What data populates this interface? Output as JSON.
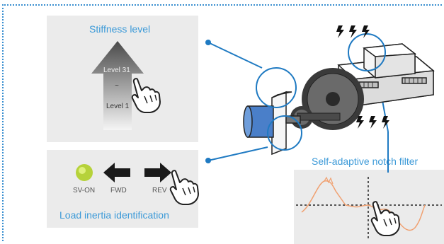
{
  "stiffness": {
    "title": "Stiffness level",
    "level_top": "Level 31",
    "level_mid": "~",
    "level_bottom": "Level 1"
  },
  "inertia": {
    "title": "Load inertia identification",
    "sv_on": "SV-ON",
    "fwd": "FWD",
    "rev": "REV"
  },
  "notch": {
    "title": "Self-adaptive notch filter"
  },
  "colors": {
    "accent": "#3c9ad8",
    "led": "#b6d23a",
    "motor": "#4a7fc9",
    "wave": "#f0a070"
  }
}
